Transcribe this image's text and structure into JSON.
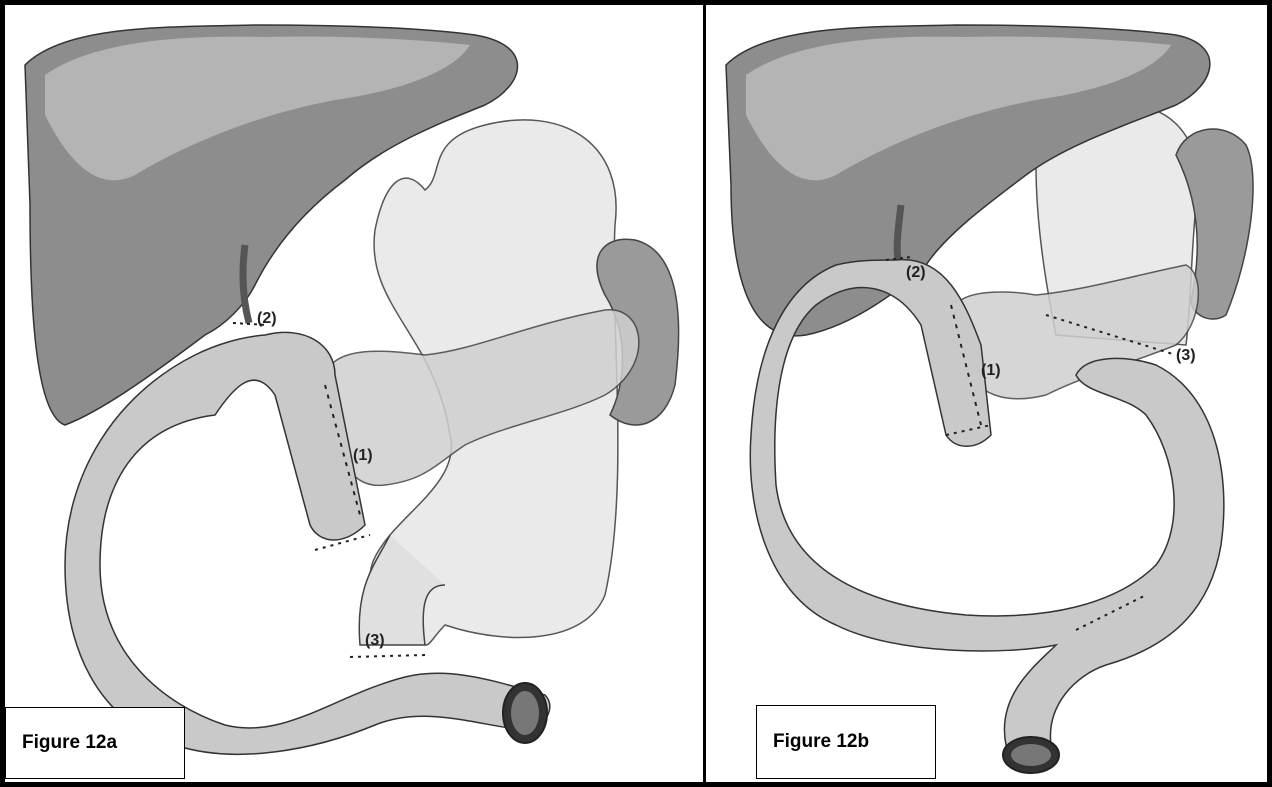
{
  "figures": [
    {
      "caption": "Figure 12a",
      "labels": {
        "hepaticojejunostomy": "(2)",
        "pancreaticojejunostomy": "(1)",
        "gastrojejunostomy": "(3)"
      }
    },
    {
      "caption": "Figure 12b",
      "labels": {
        "hepaticojejunostomy": "(2)",
        "pancreaticojejunostomy": "(1)",
        "gastrojejunostomy": "(3)"
      }
    }
  ],
  "colors": {
    "liver_light": "#a9a9a9",
    "liver_dark": "#8a8a8a",
    "bowel": "#c8c8c8",
    "stomach": "#e8e8e8",
    "pancreas": "#cfcfcf",
    "spleen": "#9a9a9a",
    "outline": "#333333"
  }
}
